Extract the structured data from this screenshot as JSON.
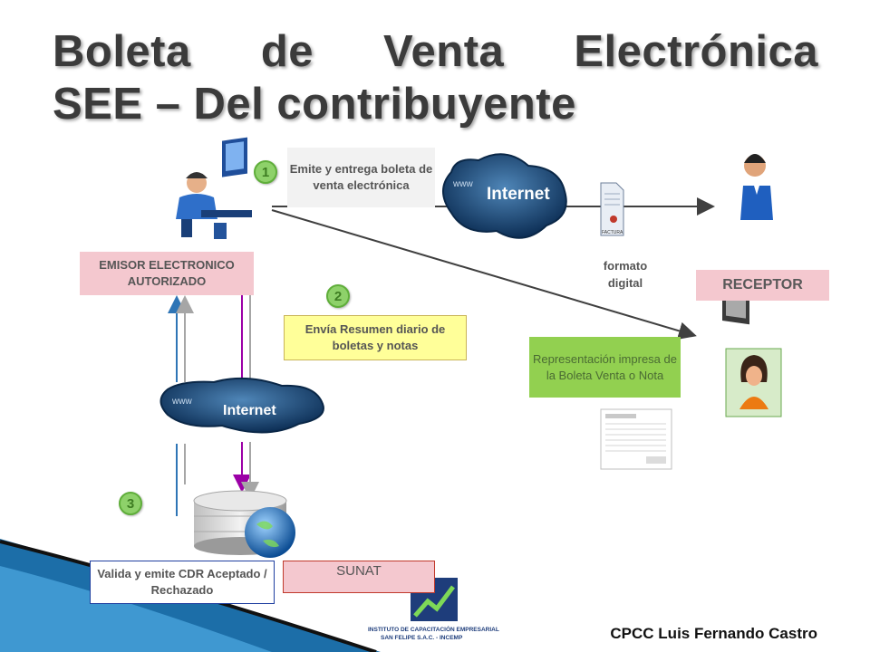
{
  "title": {
    "line1_words": [
      "Boleta",
      "de",
      "Venta",
      "Electrónica"
    ],
    "line2": "SEE – Del contribuyente"
  },
  "diagram": {
    "internet_label": "Internet",
    "www_label": "www",
    "emisor": "EMISOR ELECTRONICO AUTORIZADO",
    "receptor": "RECEPTOR",
    "sunat": "SUNAT",
    "step1_text": "Emite  y entrega boleta de venta electrónica",
    "step2_text": "Envía Resumen diario de boletas y notas",
    "step3_text": "Valida y emite CDR Aceptado / Rechazado",
    "formato_digital": "formato digital",
    "factura_label": "FACTURA",
    "representacion": "Representación impresa de la Boleta Venta o Nota",
    "steps": [
      "1",
      "2",
      "3"
    ]
  },
  "logo": {
    "line1": "INSTITUTO DE CAPACITACIÓN EMPRESARIAL",
    "line2": "SAN FELIPE S.A.C. - INCEMP"
  },
  "credit": "CPCC Luis Fernando Castro",
  "colors": {
    "pink_box": "#f4c8cf",
    "yellow_box": "#ffff99",
    "green_box": "#92d050",
    "blue_arrow": "#2e75b6",
    "purple_arrow": "#9b00a6",
    "gray_arrow": "#a6a6a6"
  }
}
